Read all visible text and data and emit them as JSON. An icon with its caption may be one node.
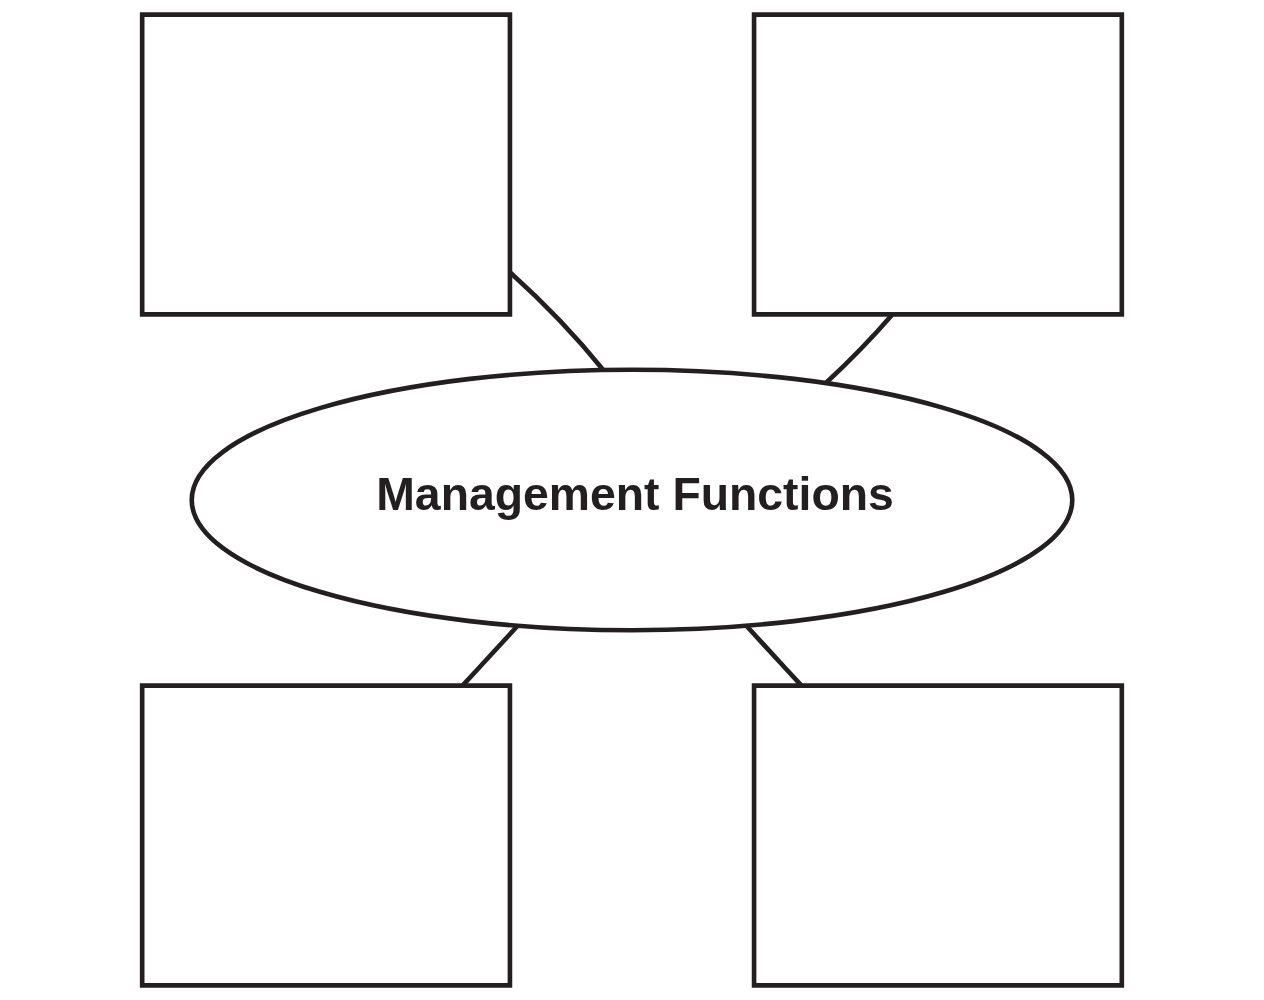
{
  "diagram": {
    "nodes": [
      {
        "text": [],
        "shape": "box"
      },
      {
        "text": [],
        "shape": "box"
      },
      {
        "text": [
          "Management Functions"
        ]
      },
      {
        "text": [],
        "shape": "box"
      },
      {
        "text": [],
        "shape": "box"
      }
    ],
    "edges": [
      {
        "from": 2,
        "to": 0,
        "arrow": "none"
      },
      {
        "from": 2,
        "to": 1,
        "arrow": "none"
      },
      {
        "from": 2,
        "to": 3,
        "arrow": "none"
      },
      {
        "from": 2,
        "to": 4,
        "arrow": "none"
      }
    ]
  }
}
